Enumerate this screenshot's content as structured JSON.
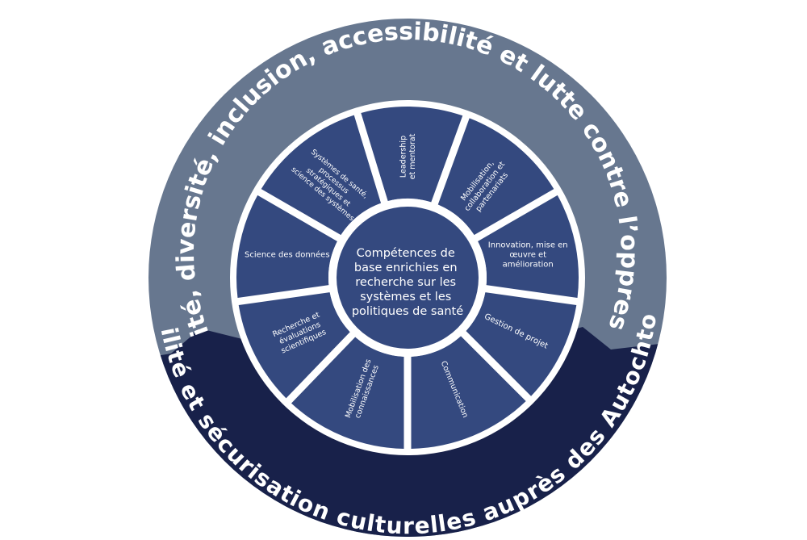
{
  "diagram": {
    "outer_ring_top": {
      "label": "Équité, diversité, inclusion, accessibilité et lutte contre l’oppression",
      "color": "#67778f"
    },
    "outer_ring_bottom": {
      "label": "Humilité et sécurisation culturelles auprès des Autochtones",
      "color": "#18214a"
    },
    "center": {
      "lines": [
        "Compétences de",
        "base enrichies en",
        "recherche sur les",
        "systèmes et les",
        "politiques de santé"
      ],
      "color": "#34497f"
    },
    "segment_color": "#34497f",
    "separator_color": "#ffffff",
    "segments": [
      {
        "id": "leadership",
        "lines": [
          "Leadership",
          "et mentorat"
        ]
      },
      {
        "id": "mobilisation-collaboration",
        "lines": [
          "Mobilisation,",
          "collaboration et",
          "partenariats"
        ]
      },
      {
        "id": "innovation",
        "lines": [
          "Innovation, mise en",
          "œuvre et",
          "amélioration"
        ]
      },
      {
        "id": "gestion-projet",
        "lines": [
          "Gestion de projet"
        ]
      },
      {
        "id": "communication",
        "lines": [
          "Communication"
        ]
      },
      {
        "id": "mobilisation-connaissances",
        "lines": [
          "Mobilisation des",
          "connaissances"
        ]
      },
      {
        "id": "recherche",
        "lines": [
          "Recherche et",
          "évaluations",
          "scientifiques"
        ]
      },
      {
        "id": "science-donnees",
        "lines": [
          "Science des données"
        ]
      },
      {
        "id": "systemes-sante",
        "lines": [
          "Systèmes de santé,",
          "processus",
          "stratégiques et",
          "science des systèmes"
        ]
      }
    ]
  }
}
